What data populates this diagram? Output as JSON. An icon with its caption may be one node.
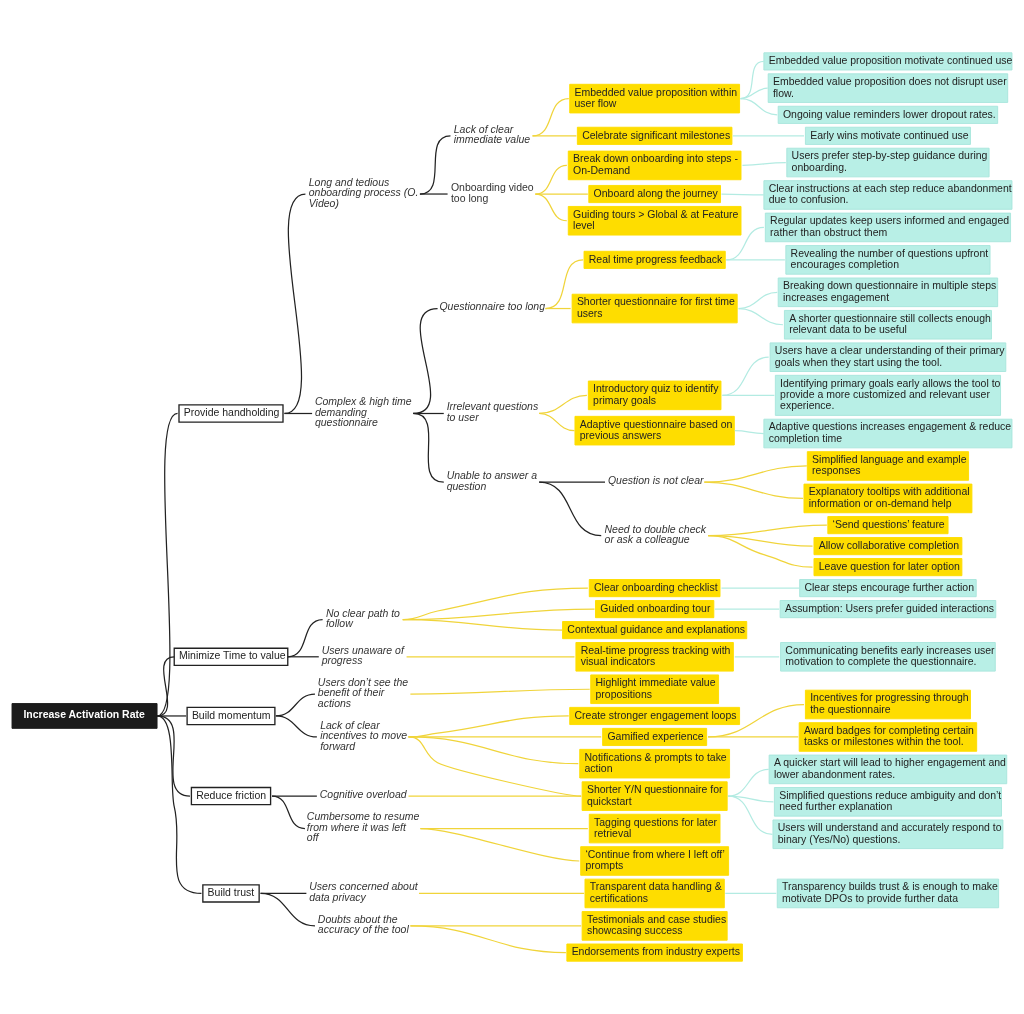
{
  "diagram": {
    "nodes": [
      {
        "text": [
          "Increase Activation Rate"
        ]
      },
      {
        "text": [
          "Provide handholding"
        ]
      },
      {
        "text": [
          "Long and tedious onboarding process (O. Video)"
        ]
      },
      {
        "text": [
          "Lack of clear immediate value"
        ]
      },
      {
        "text": [
          "Embedded value proposition within user flow"
        ]
      },
      {
        "text": [
          "Embedded value proposition motivate continued use"
        ]
      },
      {
        "text": [
          "Embedded value proposition does not disrupt user flow."
        ]
      },
      {
        "text": [
          "Ongoing value reminders lower dropout rates."
        ]
      },
      {
        "text": [
          "Celebrate significant milestones"
        ]
      },
      {
        "text": [
          "Early wins motivate continued use"
        ]
      },
      {
        "text": [
          "Onboarding video too long"
        ]
      },
      {
        "text": [
          "Break down onboarding into steps - On-Demand"
        ]
      },
      {
        "text": [
          "Users prefer step-by-step guidance during onboarding."
        ]
      },
      {
        "text": [
          "Onboard along the journey"
        ]
      },
      {
        "text": [
          "Clear instructions at each step reduce abandonment due to confusion."
        ]
      },
      {
        "text": [
          "Guiding tours > Global & at Feature level"
        ]
      },
      {
        "text": [
          "Complex & high time demanding questionnaire"
        ]
      },
      {
        "text": [
          "Questionnaire too long"
        ]
      },
      {
        "text": [
          "Real time progress feedback"
        ]
      },
      {
        "text": [
          "Regular updates keep users informed and engaged rather than obstruct them"
        ]
      },
      {
        "text": [
          "Revealing the number of questions upfront encourages completion"
        ]
      },
      {
        "text": [
          "Shorter questionnaire for first time users"
        ]
      },
      {
        "text": [
          "Breaking down questionnaire in multiple steps increases engagement"
        ]
      },
      {
        "text": [
          "A shorter questionnaire still collects enough relevant data to be useful"
        ]
      },
      {
        "text": [
          "Irrelevant questions to user"
        ]
      },
      {
        "text": [
          "Introductory quiz to identify primary goals"
        ]
      },
      {
        "text": [
          "Users have a clear understanding of their primary goals when they start using the tool."
        ]
      },
      {
        "text": [
          "Identifying primary goals early allows the tool to provide a more customized and relevant user experience."
        ]
      },
      {
        "text": [
          "Adaptive questionnaire based on previous answers"
        ]
      },
      {
        "text": [
          "Adaptive questions increases engagement & reduce completion time"
        ]
      },
      {
        "text": [
          "Unable to answer a question"
        ]
      },
      {
        "text": [
          "Question is not clear"
        ]
      },
      {
        "text": [
          "Simplified language and example responses"
        ]
      },
      {
        "text": [
          "Explanatory tooltips with additional information or on-demand help"
        ]
      },
      {
        "text": [
          "Need to double check or ask a colleague"
        ]
      },
      {
        "text": [
          "‘Send questions’ feature"
        ]
      },
      {
        "text": [
          "Allow collaborative completion"
        ]
      },
      {
        "text": [
          "Leave question for later option"
        ]
      },
      {
        "text": [
          "Minimize Time to value"
        ]
      },
      {
        "text": [
          "No clear path to follow"
        ]
      },
      {
        "text": [
          "Clear onboarding checklist"
        ]
      },
      {
        "text": [
          "Clear steps encourage further action"
        ]
      },
      {
        "text": [
          "Guided onboarding tour"
        ]
      },
      {
        "text": [
          "Assumption: Users prefer guided interactions"
        ]
      },
      {
        "text": [
          "Contextual guidance and explanations"
        ]
      },
      {
        "text": [
          "Users unaware of progress"
        ]
      },
      {
        "text": [
          "Real-time progress tracking with visual indicators"
        ]
      },
      {
        "text": [
          "Communicating benefits early increases user motivation to complete the questionnaire."
        ]
      },
      {
        "text": [
          "Build momentum"
        ]
      },
      {
        "text": [
          "Users don’t see the benefit of their actions"
        ]
      },
      {
        "text": [
          "Highlight immediate value propositions"
        ]
      },
      {
        "text": [
          "Lack of clear incentives to move forward"
        ]
      },
      {
        "text": [
          "Create stronger engagement loops"
        ]
      },
      {
        "text": [
          "Gamified experience"
        ]
      },
      {
        "text": [
          "Incentives for progressing through the questionnaire"
        ]
      },
      {
        "text": [
          "Award badges for completing certain tasks or milestones within the tool."
        ]
      },
      {
        "text": [
          "Notifications & prompts to take action"
        ]
      },
      {
        "text": [
          "Reduce friction"
        ]
      },
      {
        "text": [
          "Cognitive overload"
        ]
      },
      {
        "text": [
          "Shorter Y/N questionnaire for quickstart"
        ]
      },
      {
        "text": [
          "A quicker start will lead to higher engagement and lower abandonment rates."
        ]
      },
      {
        "text": [
          "Simplified questions reduce ambiguity and don’t need further explanation"
        ]
      },
      {
        "text": [
          "Users will understand and accurately respond to binary (Yes/No) questions."
        ]
      },
      {
        "text": [
          "Cumbersome to resume from where it was left off"
        ]
      },
      {
        "text": [
          "Tagging questions for later retrieval"
        ]
      },
      {
        "text": [
          "‘Continue from where I left off’ prompts"
        ]
      },
      {
        "text": [
          "Build trust"
        ]
      },
      {
        "text": [
          "Users concerned about data privacy"
        ]
      },
      {
        "text": [
          "Transparent data handling & certifications"
        ]
      },
      {
        "text": [
          "Transparency builds trust & is enough to make motivate DPOs to provide further data"
        ]
      },
      {
        "text": [
          "Doubts about the accuracy of the tool"
        ]
      },
      {
        "text": [
          "Testimonials and case studies showcasing success"
        ]
      },
      {
        "text": [
          "Endorsements from industry experts"
        ]
      }
    ],
    "edges": [
      {
        "from": 0,
        "to": 1,
        "arrow": "none",
        "color": "#222222"
      },
      {
        "from": 1,
        "to": 2,
        "arrow": "none",
        "color": "#222222"
      },
      {
        "from": 2,
        "to": 3,
        "arrow": "none",
        "color": "#222222"
      },
      {
        "from": 3,
        "to": 4,
        "arrow": "none"
      },
      {
        "from": 4,
        "to": 5,
        "arrow": "none",
        "color": "#b3ebe2"
      },
      {
        "from": 4,
        "to": 6,
        "arrow": "none",
        "color": "#b3ebe2"
      },
      {
        "from": 4,
        "to": 7,
        "arrow": "none",
        "color": "#b3ebe2"
      },
      {
        "from": 3,
        "to": 8,
        "arrow": "none"
      },
      {
        "from": 8,
        "to": 9,
        "arrow": "none",
        "color": "#b3ebe2"
      },
      {
        "from": 2,
        "to": 10,
        "arrow": "none",
        "color": "#222222"
      },
      {
        "from": 10,
        "to": 11,
        "arrow": "none"
      },
      {
        "from": 11,
        "to": 12,
        "arrow": "none",
        "color": "#b3ebe2"
      },
      {
        "from": 10,
        "to": 13,
        "arrow": "none"
      },
      {
        "from": 13,
        "to": 14,
        "arrow": "none",
        "color": "#b3ebe2"
      },
      {
        "from": 10,
        "to": 15,
        "arrow": "none"
      },
      {
        "from": 1,
        "to": 16,
        "arrow": "none",
        "color": "#222222"
      },
      {
        "from": 16,
        "to": 17,
        "arrow": "none",
        "color": "#222222"
      },
      {
        "from": 17,
        "to": 18,
        "arrow": "none"
      },
      {
        "from": 18,
        "to": 19,
        "arrow": "none",
        "color": "#b3ebe2"
      },
      {
        "from": 18,
        "to": 20,
        "arrow": "none",
        "color": "#b3ebe2"
      },
      {
        "from": 17,
        "to": 21,
        "arrow": "none"
      },
      {
        "from": 21,
        "to": 22,
        "arrow": "none",
        "color": "#b3ebe2"
      },
      {
        "from": 21,
        "to": 23,
        "arrow": "none",
        "color": "#b3ebe2"
      },
      {
        "from": 16,
        "to": 24,
        "arrow": "none",
        "color": "#222222"
      },
      {
        "from": 24,
        "to": 25,
        "arrow": "none"
      },
      {
        "from": 25,
        "to": 26,
        "arrow": "none",
        "color": "#b3ebe2"
      },
      {
        "from": 25,
        "to": 27,
        "arrow": "none",
        "color": "#b3ebe2"
      },
      {
        "from": 24,
        "to": 28,
        "arrow": "none"
      },
      {
        "from": 28,
        "to": 29,
        "arrow": "none",
        "color": "#b3ebe2"
      },
      {
        "from": 16,
        "to": 30,
        "arrow": "none",
        "color": "#222222"
      },
      {
        "from": 30,
        "to": 31,
        "arrow": "none",
        "color": "#222222"
      },
      {
        "from": 31,
        "to": 32,
        "arrow": "none"
      },
      {
        "from": 31,
        "to": 33,
        "arrow": "none"
      },
      {
        "from": 30,
        "to": 34,
        "arrow": "none",
        "color": "#222222"
      },
      {
        "from": 34,
        "to": 35,
        "arrow": "none"
      },
      {
        "from": 34,
        "to": 36,
        "arrow": "none"
      },
      {
        "from": 34,
        "to": 37,
        "arrow": "none"
      },
      {
        "from": 0,
        "to": 38,
        "arrow": "none",
        "color": "#222222"
      },
      {
        "from": 38,
        "to": 39,
        "arrow": "none",
        "color": "#222222"
      },
      {
        "from": 39,
        "to": 40,
        "arrow": "none"
      },
      {
        "from": 40,
        "to": 41,
        "arrow": "none",
        "color": "#b3ebe2"
      },
      {
        "from": 39,
        "to": 42,
        "arrow": "none"
      },
      {
        "from": 42,
        "to": 43,
        "arrow": "none",
        "color": "#b3ebe2"
      },
      {
        "from": 39,
        "to": 44,
        "arrow": "none"
      },
      {
        "from": 38,
        "to": 45,
        "arrow": "none",
        "color": "#222222"
      },
      {
        "from": 45,
        "to": 46,
        "arrow": "none"
      },
      {
        "from": 46,
        "to": 47,
        "arrow": "none",
        "color": "#b3ebe2"
      },
      {
        "from": 0,
        "to": 48,
        "arrow": "none",
        "color": "#222222"
      },
      {
        "from": 48,
        "to": 49,
        "arrow": "none",
        "color": "#222222"
      },
      {
        "from": 49,
        "to": 50,
        "arrow": "none"
      },
      {
        "from": 48,
        "to": 51,
        "arrow": "none",
        "color": "#222222"
      },
      {
        "from": 51,
        "to": 52,
        "arrow": "none"
      },
      {
        "from": 51,
        "to": 53,
        "arrow": "none"
      },
      {
        "from": 53,
        "to": 54,
        "arrow": "none"
      },
      {
        "from": 53,
        "to": 55,
        "arrow": "none"
      },
      {
        "from": 51,
        "to": 56,
        "arrow": "none"
      },
      {
        "from": 51,
        "to": 59,
        "arrow": "none"
      },
      {
        "from": 0,
        "to": 57,
        "arrow": "none",
        "color": "#222222"
      },
      {
        "from": 57,
        "to": 58,
        "arrow": "none",
        "color": "#222222"
      },
      {
        "from": 58,
        "to": 59,
        "arrow": "none"
      },
      {
        "from": 59,
        "to": 60,
        "arrow": "none",
        "color": "#b3ebe2"
      },
      {
        "from": 59,
        "to": 61,
        "arrow": "none",
        "color": "#b3ebe2"
      },
      {
        "from": 59,
        "to": 62,
        "arrow": "none",
        "color": "#b3ebe2"
      },
      {
        "from": 57,
        "to": 63,
        "arrow": "none",
        "color": "#222222"
      },
      {
        "from": 63,
        "to": 64,
        "arrow": "none"
      },
      {
        "from": 63,
        "to": 65,
        "arrow": "none"
      },
      {
        "from": 0,
        "to": 66,
        "arrow": "none",
        "color": "#222222"
      },
      {
        "from": 66,
        "to": 67,
        "arrow": "none",
        "color": "#222222"
      },
      {
        "from": 67,
        "to": 68,
        "arrow": "none"
      },
      {
        "from": 68,
        "to": 69,
        "arrow": "none",
        "color": "#b3ebe2"
      },
      {
        "from": 66,
        "to": 70,
        "arrow": "none",
        "color": "#222222"
      },
      {
        "from": 70,
        "to": 71,
        "arrow": "none"
      },
      {
        "from": 70,
        "to": 72,
        "arrow": "none"
      }
    ]
  }
}
